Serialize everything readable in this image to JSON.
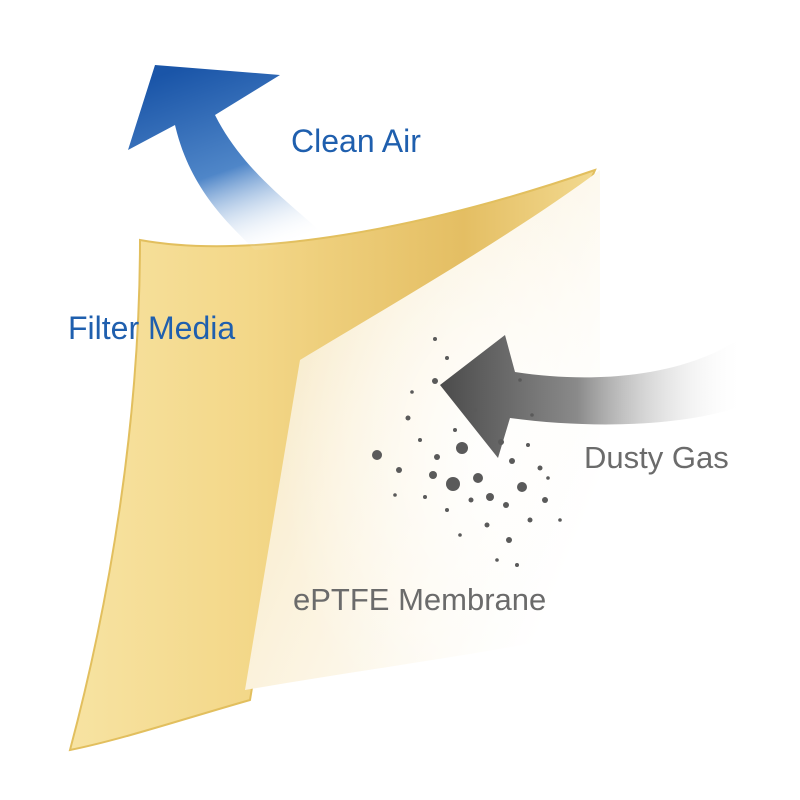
{
  "labels": {
    "clean_air": "Clean Air",
    "filter_media": "Filter Media",
    "dusty_gas": "Dusty Gas",
    "eptfe_membrane": "ePTFE Membrane"
  },
  "colors": {
    "clean_air_blue": "#1f5fae",
    "dust_grey": "#5a5a5a",
    "media_gold": "#f0d27a",
    "membrane_cream": "#fbf2dc",
    "label_grey": "#6b6b6b"
  },
  "icons": {
    "clean_air_arrow": "curved-up-left-arrow",
    "dusty_gas_arrow": "curved-left-arrow"
  }
}
